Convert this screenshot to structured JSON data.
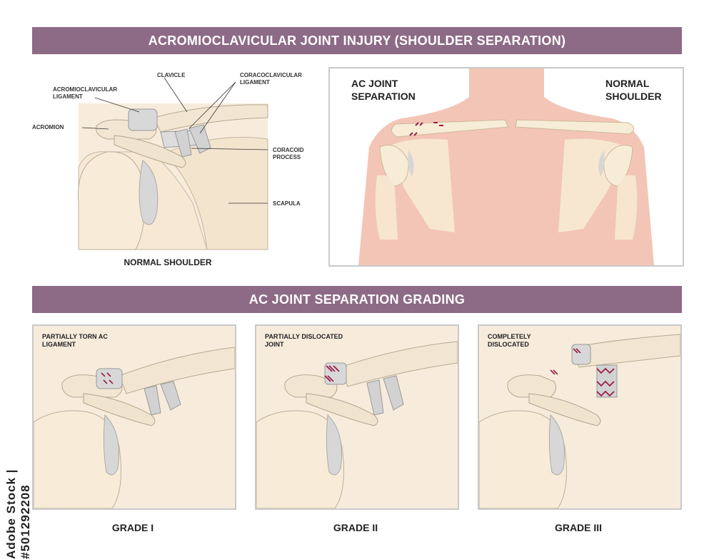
{
  "header": {
    "main_title": "ACROMIOCLAVICULAR JOINT INJURY (SHOULDER SEPARATION)",
    "grading_title": "AC JOINT SEPARATION GRADING"
  },
  "normal_diagram": {
    "labels": {
      "ac_ligament": "ACROMIOCLAVICULAR LIGAMENT",
      "clavicle": "CLAVICLE",
      "cc_ligament": "CORACOCLAVICULAR LIGAMENT",
      "acromion": "ACROMION",
      "coracoid": "CORACOID PROCESS",
      "scapula": "SCAPULA"
    },
    "caption": "NORMAL SHOULDER"
  },
  "comparison": {
    "left_label": "AC JOINT SEPARATION",
    "right_label": "NORMAL SHOULDER"
  },
  "grades": [
    {
      "note": "PARTIALLY TORN AC LIGAMENT",
      "caption": "GRADE I"
    },
    {
      "note": "PARTIALLY DISLOCATED JOINT",
      "caption": "GRADE II"
    },
    {
      "note": "COMPLETELY DISLOCATED",
      "caption": "GRADE III"
    }
  ],
  "colors": {
    "banner": "#8d6a86",
    "skin": "#f3c5b6",
    "bone": "#f7ecd6",
    "cartilage": "#d9d9d9",
    "tear": "#9a1f45"
  },
  "watermark": "Adobe Stock | #501292208"
}
